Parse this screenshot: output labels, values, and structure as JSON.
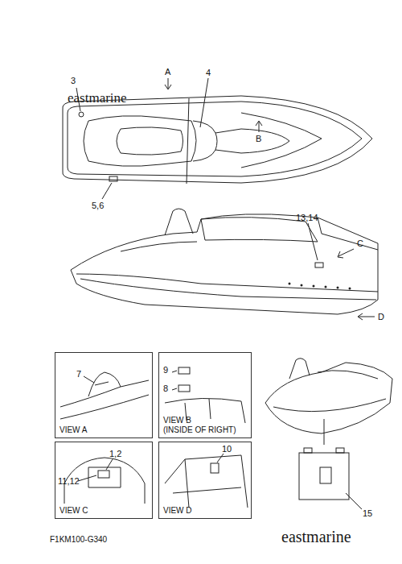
{
  "diagram": {
    "nodes": [
      {
        "text": [
          "VIEW A"
        ]
      },
      {
        "text": [
          "VIEW B",
          "(INSIDE OF RIGHT)"
        ]
      },
      {
        "text": [
          "VIEW C"
        ]
      },
      {
        "text": [
          "VIEW D"
        ]
      }
    ],
    "labels": [
      "3",
      "4",
      "A",
      "B",
      "5,6",
      "13,14",
      "C",
      "D",
      "7",
      "9",
      "8",
      "11,12",
      "1,2",
      "10",
      "15",
      "F1KM100-G340",
      "eastmarine",
      "eastmarine"
    ]
  }
}
